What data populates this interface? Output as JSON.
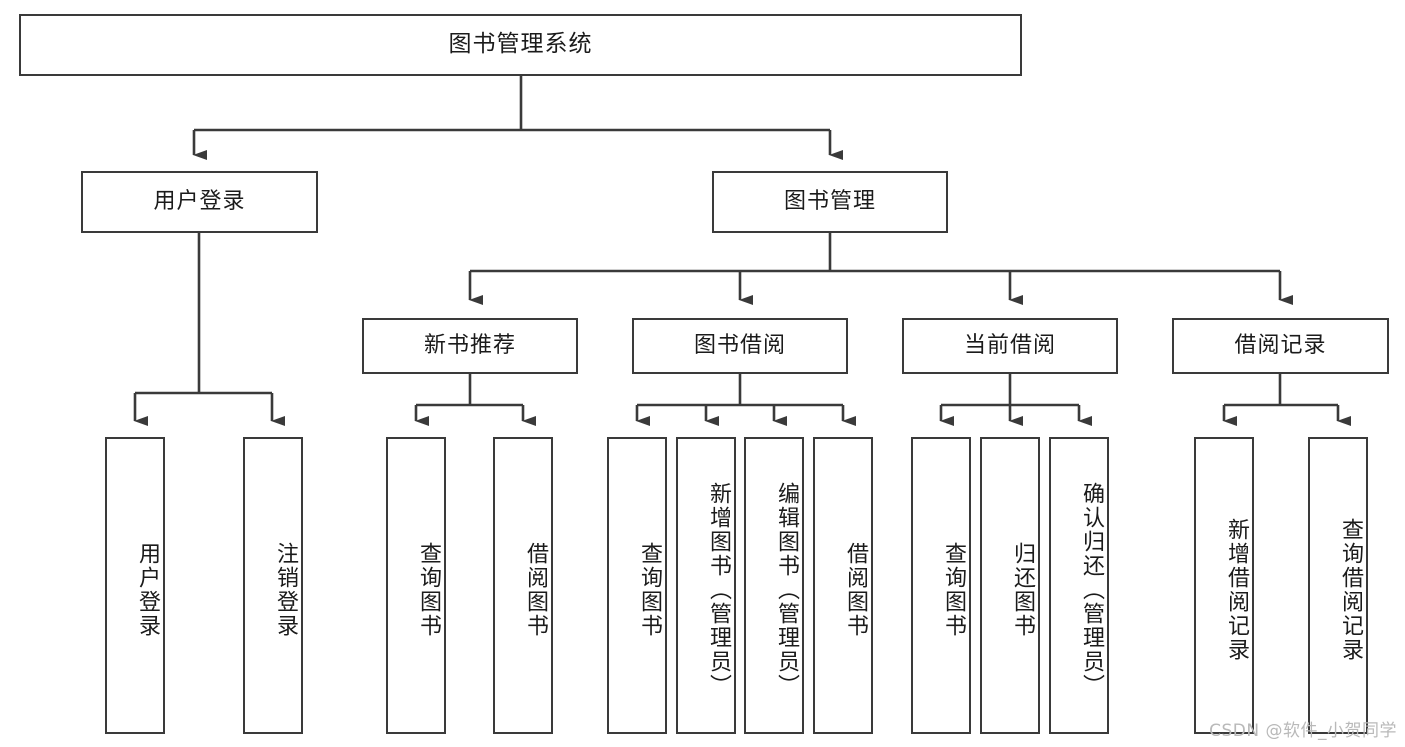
{
  "diagram": {
    "title": "图书管理系统",
    "type": "tree-hierarchy-chart",
    "root": {
      "label": "图书管理系统"
    },
    "level2": [
      {
        "label": "用户登录"
      },
      {
        "label": "图书管理"
      }
    ],
    "level3": [
      {
        "label": "新书推荐"
      },
      {
        "label": "图书借阅"
      },
      {
        "label": "当前借阅"
      },
      {
        "label": "借阅记录"
      }
    ],
    "leaves": {
      "user_login": [
        {
          "label": "用户登录"
        },
        {
          "label": "注销登录"
        }
      ],
      "new_book_recommend": [
        {
          "label": "查询图书"
        },
        {
          "label": "借阅图书"
        }
      ],
      "book_borrow": [
        {
          "label": "查询图书"
        },
        {
          "label": "新增图书（管理员）"
        },
        {
          "label": "编辑图书（管理员）"
        },
        {
          "label": "借阅图书"
        }
      ],
      "current_borrow": [
        {
          "label": "查询图书"
        },
        {
          "label": "归还图书"
        },
        {
          "label": "确认归还（管理员）"
        }
      ],
      "borrow_record": [
        {
          "label": "新增借阅记录"
        },
        {
          "label": "查询借阅记录"
        }
      ]
    }
  },
  "watermark": {
    "text": "CSDN @软件_小贺同学"
  },
  "colors": {
    "stroke": "#3a3a3a",
    "text": "#1b1b1b",
    "background": "#ffffff",
    "watermark": "#b9b9b9"
  }
}
